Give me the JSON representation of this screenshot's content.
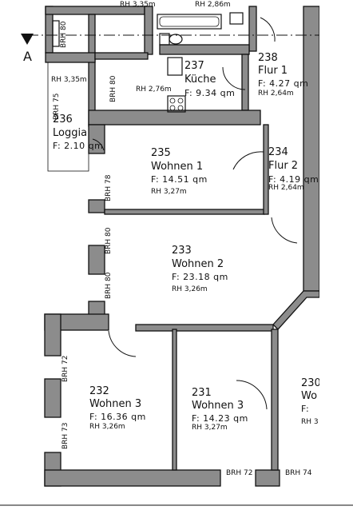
{
  "section_marker": "A",
  "top_cut_left": "RH 3,35m",
  "top_cut_mid": "RH 2,86m",
  "rooms": [
    {
      "id": "r238",
      "number": "238",
      "name": "Flur 1",
      "area": "F:  4.27  qm",
      "rh": "RH 2,64m"
    },
    {
      "id": "r237",
      "number": "237",
      "name": "Küche",
      "area": "F:  9.34  qm",
      "rh": "RH 2,76m"
    },
    {
      "id": "r236",
      "number": "236",
      "name": "Loggia",
      "area": "F:  2.10  qm",
      "rh": "RH 3,35m"
    },
    {
      "id": "r235",
      "number": "235",
      "name": "Wohnen 1",
      "area": "F:  14.51  qm",
      "rh": "RH 3,27m"
    },
    {
      "id": "r234",
      "number": "234",
      "name": "Flur 2",
      "area": "F:  4.19  qm",
      "rh": "RH 2,64m"
    },
    {
      "id": "r233",
      "number": "233",
      "name": "Wohnen 2",
      "area": "F:  23.18  qm",
      "rh": "RH 3,26m"
    },
    {
      "id": "r232",
      "number": "232",
      "name": "Wohnen 3",
      "area": "F:  16.36  qm",
      "rh": "RH 3,26m"
    },
    {
      "id": "r231",
      "number": "231",
      "name": "Wohnen 3",
      "area": "F:  14.23  qm",
      "rh": "RH 3,27m"
    },
    {
      "id": "r230",
      "number": "230",
      "name": "Wo",
      "area": "F:",
      "rh": "RH 3"
    }
  ],
  "brh": {
    "top": "BRH 80",
    "loggia": "BRH 75",
    "kitchen": "BRH 80",
    "wohnen1": "BRH 78",
    "wohnen2a": "BRH 80",
    "wohnen2b": "BRH 80",
    "wohnen3a": "BRH 72",
    "wohnen3b": "BRH 73",
    "bottom1": "BRH 72",
    "bottom2": "BRH 74"
  }
}
